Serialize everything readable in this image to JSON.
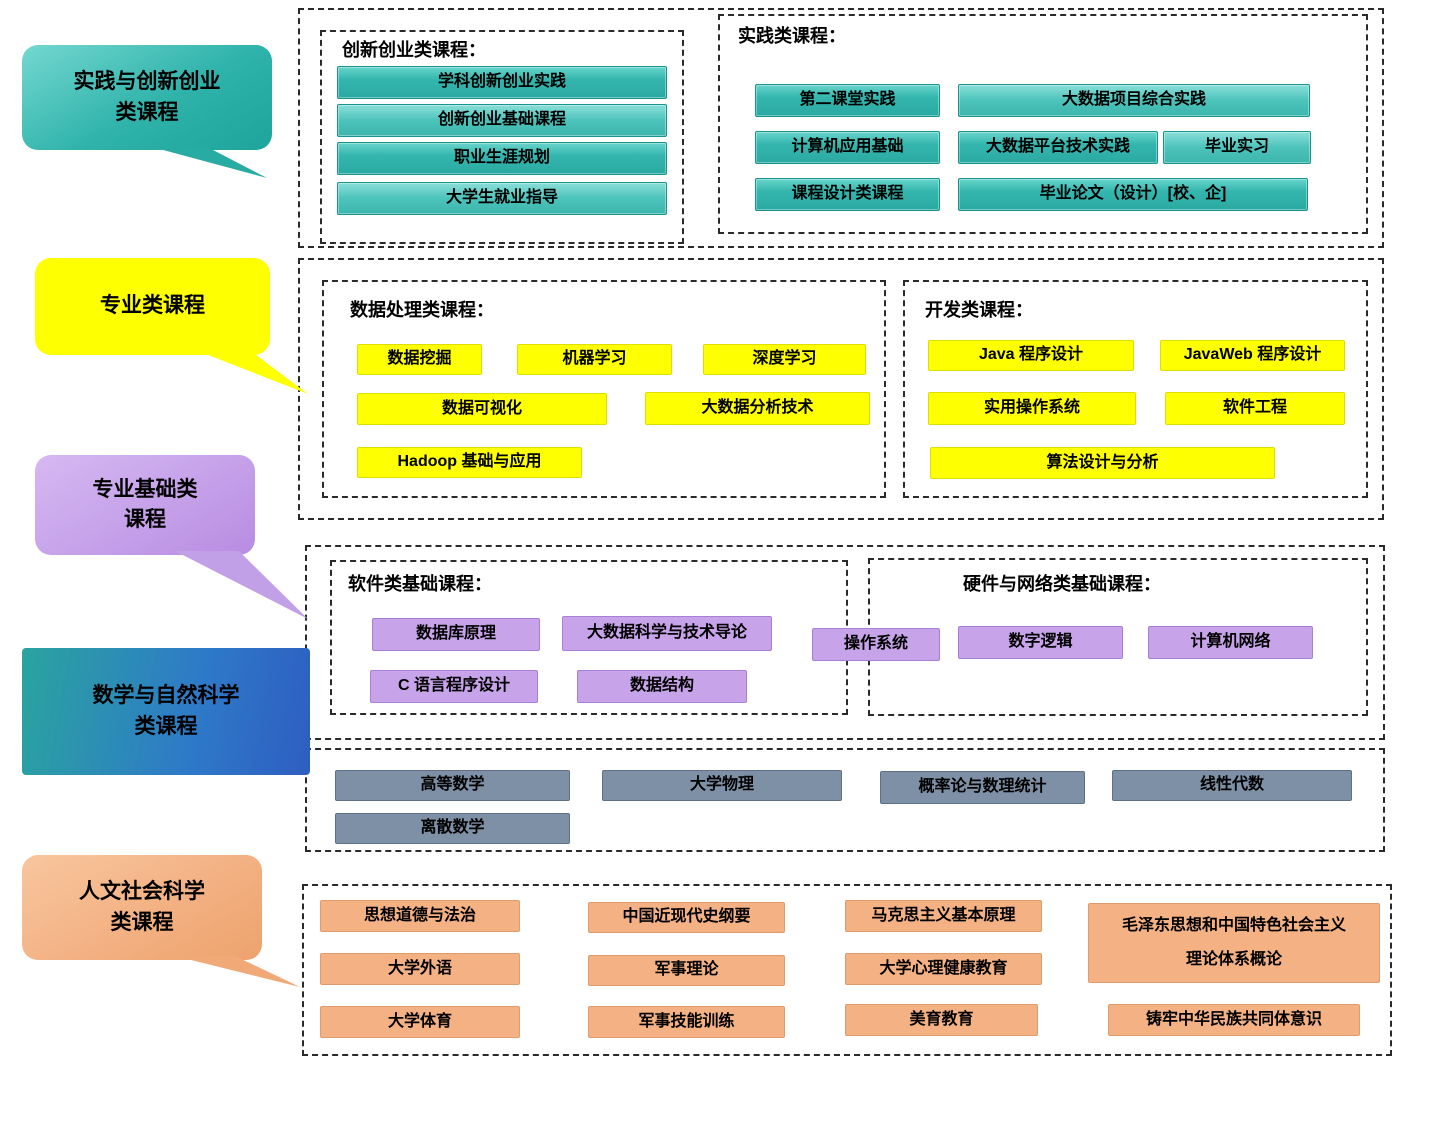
{
  "diagram": {
    "colors": {
      "teal": "#2fb2aa",
      "yellow": "#feff00",
      "purple": "#c7a3ea",
      "blue": "#2d6ec5",
      "gray": "#7e90a6",
      "orange": "#f4b184"
    },
    "callouts": [
      {
        "label": "实践与创新创业\n类课程"
      },
      {
        "label": "专业类课程"
      },
      {
        "label": "专业基础类\n课程"
      },
      {
        "label": "数学与自然科学\n类课程"
      },
      {
        "label": "人文社会科学\n类课程"
      }
    ],
    "sections": {
      "innovation": {
        "title": "创新创业类课程：",
        "courses": [
          "学科创新创业实践",
          "创新创业基础课程",
          "职业生涯规划",
          "大学生就业指导"
        ]
      },
      "practice": {
        "title": "实践类课程：",
        "courses": [
          "第二课堂实践",
          "大数据项目综合实践",
          "计算机应用基础",
          "大数据平台技术实践",
          "毕业实习",
          "课程设计类课程",
          "毕业论文（设计）[校、企]"
        ]
      },
      "data_processing": {
        "title": "数据处理类课程：",
        "courses": [
          "数据挖掘",
          "机器学习",
          "深度学习",
          "数据可视化",
          "大数据分析技术",
          "Hadoop 基础与应用"
        ]
      },
      "development": {
        "title": "开发类课程：",
        "courses": [
          "Java 程序设计",
          "JavaWeb 程序设计",
          "实用操作系统",
          "软件工程",
          "算法设计与分析"
        ]
      },
      "software_basic": {
        "title": "软件类基础课程：",
        "courses": [
          "数据库原理",
          "大数据科学与技术导论",
          "C 语言程序设计",
          "数据结构"
        ]
      },
      "os": {
        "label": "操作系统"
      },
      "hardware_network": {
        "title": "硬件与网络类基础课程：",
        "courses": [
          "数字逻辑",
          "计算机网络"
        ]
      },
      "math_science": {
        "courses": [
          "高等数学",
          "大学物理",
          "概率论与数理统计",
          "线性代数",
          "离散数学"
        ]
      },
      "humanities": {
        "courses": [
          "思想道德与法治",
          "中国近现代史纲要",
          "马克思主义基本原理",
          "毛泽东思想和中国特色社会主义\n理论体系概论",
          "大学外语",
          "军事理论",
          "大学心理健康教育",
          "大学体育",
          "军事技能训练",
          "美育教育",
          "铸牢中华民族共同体意识"
        ]
      }
    }
  }
}
